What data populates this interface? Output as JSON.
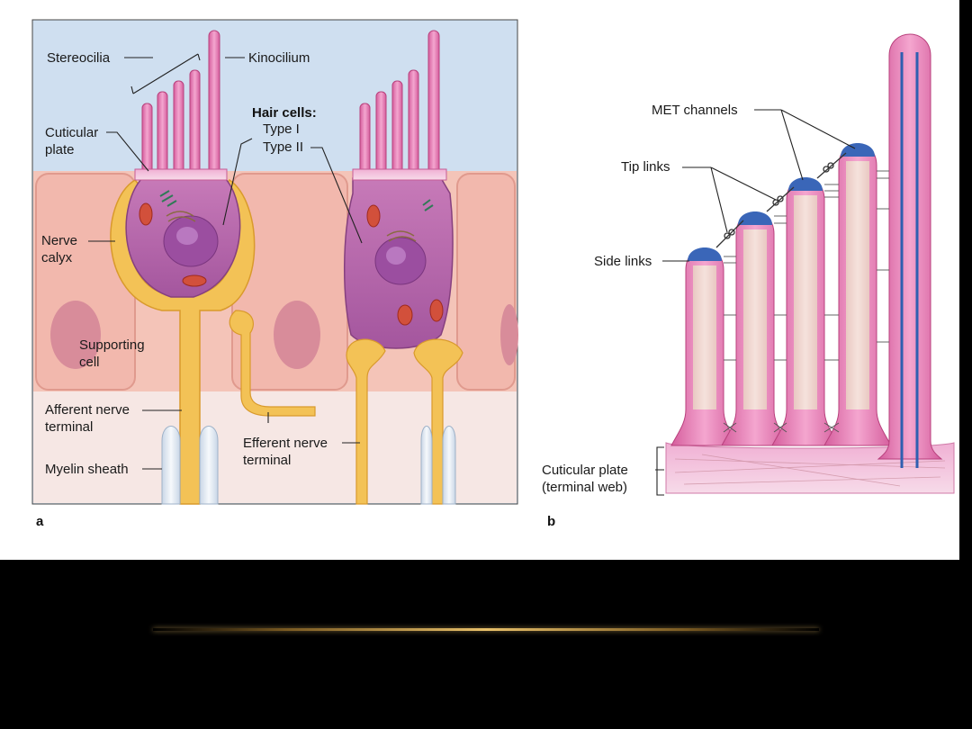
{
  "panel_a": {
    "letter": "a",
    "labels": {
      "stereocilia": "Stereocilia",
      "kinocilium": "Kinocilium",
      "hair_cells_title": "Hair cells:",
      "type_i": "Type I",
      "type_ii": "Type II",
      "cuticular_plate_1": "Cuticular",
      "cuticular_plate_2": "plate",
      "nerve_calyx_1": "Nerve",
      "nerve_calyx_2": "calyx",
      "supporting_cell_1": "Supporting",
      "supporting_cell_2": "cell",
      "afferent_1": "Afferent nerve",
      "afferent_2": "terminal",
      "efferent_1": "Efferent nerve",
      "efferent_2": "terminal",
      "myelin_sheath": "Myelin sheath"
    }
  },
  "panel_b": {
    "letter": "b",
    "labels": {
      "met_channels": "MET channels",
      "tip_links": "Tip links",
      "side_links": "Side links",
      "cuticular_plate_1": "Cuticular plate",
      "cuticular_plate_2": "(terminal web)"
    }
  },
  "colors": {
    "fluid": "#cfdff0",
    "epithelium": "#f4c4b8",
    "hair_cell": "#b05ca8",
    "nerve": "#f3c256",
    "cilia": "#e77ab6",
    "met_cap": "#3a66b8",
    "accent_rule": "#e8c06a"
  }
}
